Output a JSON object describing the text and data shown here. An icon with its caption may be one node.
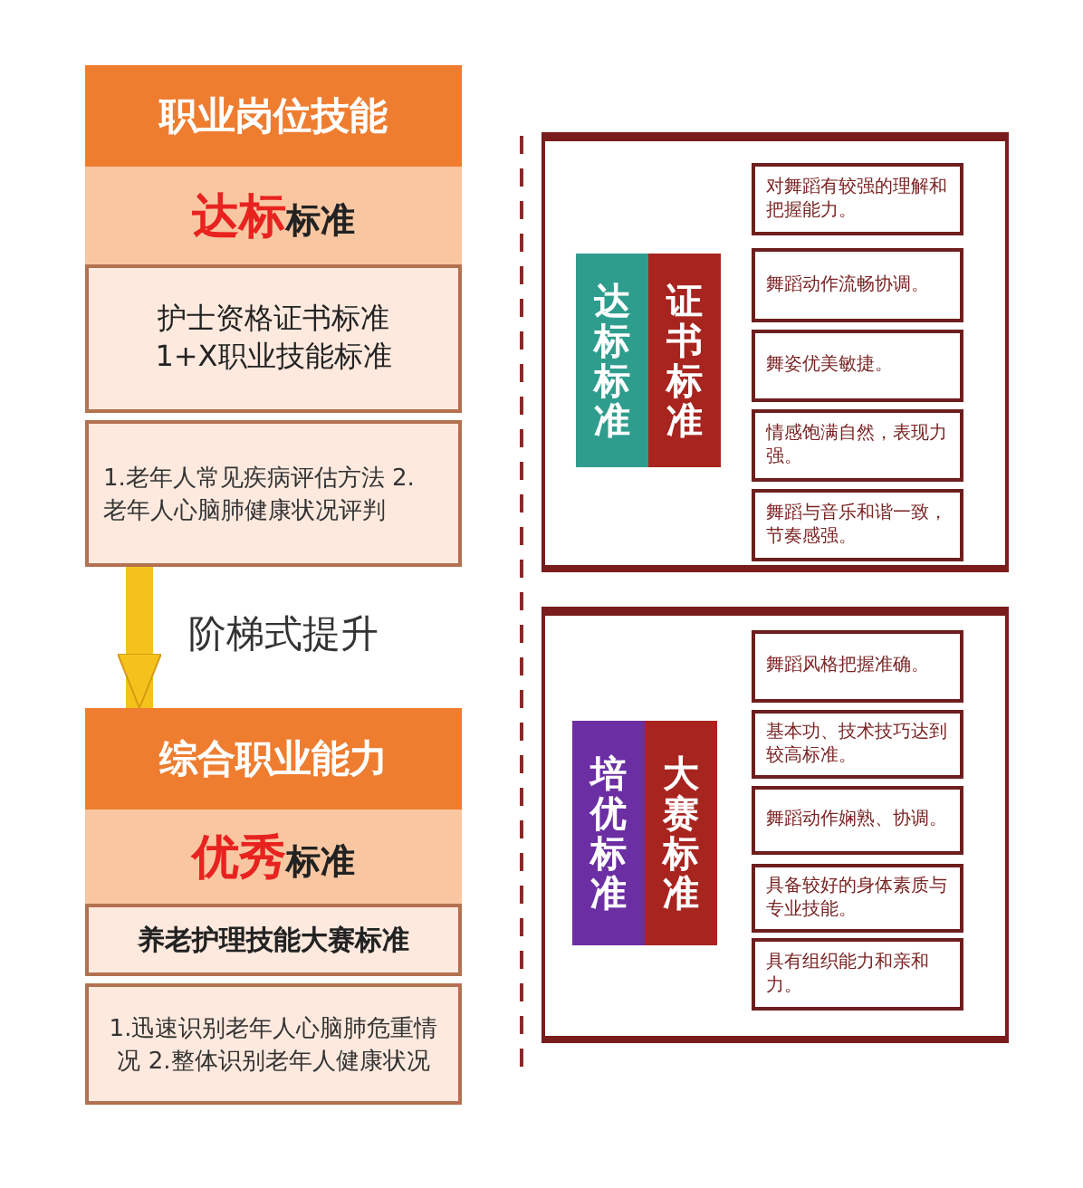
{
  "diagram": {
    "nodes": [
      {
        "text": [
          "职业岗位技能"
        ]
      },
      {
        "text": [
          "**达标**标准"
        ]
      },
      {
        "text": [
          "护士资格证书标准 1+X职业技能标准"
        ]
      },
      {
        "text": [
          "1.老年人常见疾病评估方法 2.老年人心脑肺健康状况评判"
        ]
      },
      {
        "text": [
          "综合职业能力"
        ]
      },
      {
        "text": [
          "**优秀**标准"
        ]
      },
      {
        "text": [
          "养老护理技能大赛标准"
        ]
      },
      {
        "text": [
          "1.迅速识别老年人心脑肺危重情况 2.整体识别老年人健康状况"
        ]
      },
      {
        "text": [],
        "shape": "box"
      },
      {
        "text": [
          "达标标准"
        ],
        "in": 8
      },
      {
        "text": [
          "证书标准"
        ],
        "in": 8
      },
      {
        "text": [
          "对舞蹈有较强的理解和把握能力。"
        ],
        "in": 8
      },
      {
        "text": [
          "舞蹈动作流畅协调。"
        ],
        "in": 8
      },
      {
        "text": [
          "舞姿优美敏捷。"
        ],
        "in": 8
      },
      {
        "text": [
          "情感饱满自然，表现力强。"
        ],
        "in": 8
      },
      {
        "text": [
          "舞蹈与音乐和谐一致，节奏感强。"
        ],
        "in": 8
      },
      {
        "text": [],
        "shape": "box"
      },
      {
        "text": [
          "培优标准"
        ],
        "in": 16
      },
      {
        "text": [
          "大赛标准"
        ],
        "in": 16
      },
      {
        "text": [
          "舞蹈风格把握准确。"
        ],
        "in": 16
      },
      {
        "text": [
          "基本功、技术技巧达到较高标准。"
        ],
        "in": 16
      },
      {
        "text": [
          "舞蹈动作娴熟、协调。"
        ],
        "in": 16
      },
      {
        "text": [
          "具备较好的身体素质与专业技能。"
        ],
        "in": 16
      },
      {
        "text": [
          "具有组织能力和亲和力。"
        ],
        "in": 16
      }
    ],
    "edges": [
      {
        "from": 3,
        "to": 4,
        "arrow": "to",
        "label": "阶梯式提升"
      }
    ]
  }
}
